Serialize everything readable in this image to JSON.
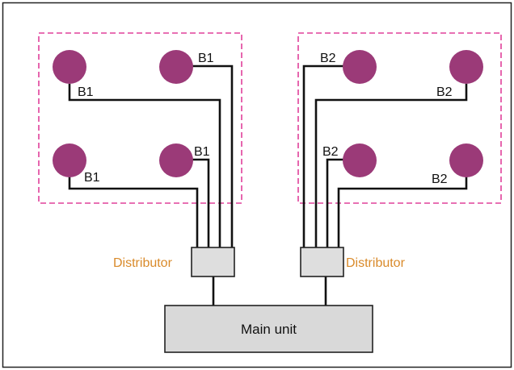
{
  "colors": {
    "node": "#9b3a78",
    "group_border": "#e0409a",
    "distributor_fill": "#dedede",
    "main_fill": "#d9d9d9",
    "distributor_label": "#d98a2a",
    "wire": "#111111"
  },
  "groups": [
    {
      "id": "left",
      "distributor_label": "Distributor",
      "nodes": [
        {
          "label": "B1"
        },
        {
          "label": "B1"
        },
        {
          "label": "B1"
        },
        {
          "label": "B1"
        }
      ]
    },
    {
      "id": "right",
      "distributor_label": "Distributor",
      "nodes": [
        {
          "label": "B2"
        },
        {
          "label": "B2"
        },
        {
          "label": "B2"
        },
        {
          "label": "B2"
        }
      ]
    }
  ],
  "main_unit": {
    "label": "Main unit"
  }
}
